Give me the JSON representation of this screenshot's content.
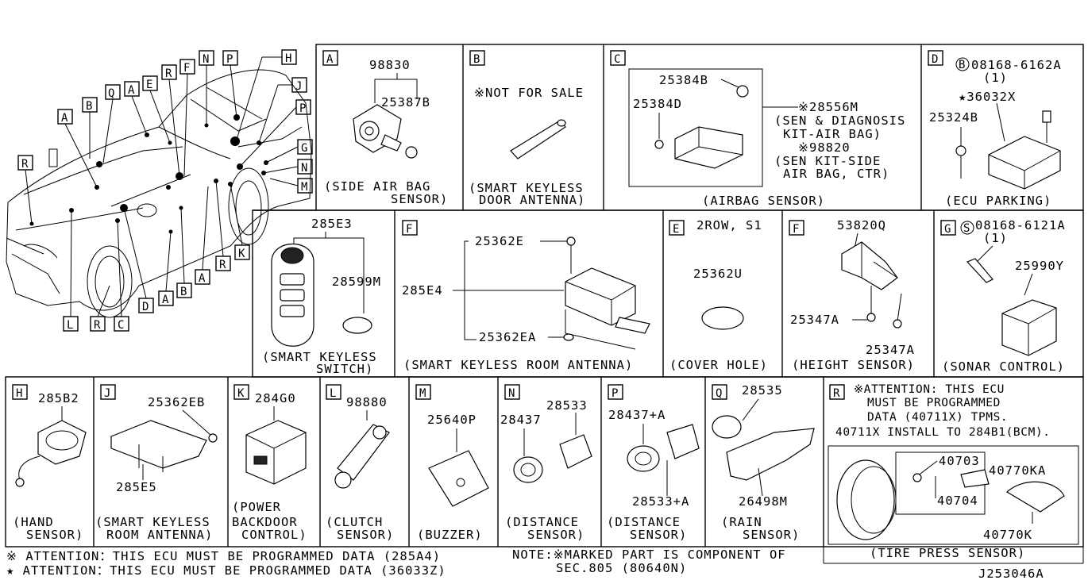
{
  "diagram_id": "J253046A",
  "notes": {
    "attention_star1": "※ ATTENTION：THIS ECU MUST BE PROGRAMMED DATA (285A4)",
    "attention_star2": "★ ATTENTION：THIS ECU MUST BE PROGRAMMED DATA (36033Z)",
    "note_line1": "NOTE:※MARKED PART IS COMPONENT OF",
    "note_line2": "SEC.805 (80640N)"
  },
  "car_callouts": [
    "A",
    "B",
    "Q",
    "A",
    "E",
    "R",
    "F",
    "N",
    "P",
    "H",
    "J",
    "P",
    "G",
    "N",
    "M",
    "R",
    "K",
    "R",
    "A",
    "B",
    "D",
    "A",
    "L",
    "R",
    "C"
  ],
  "panels": {
    "A": {
      "tag": "A",
      "parts": [
        "98830",
        "25387B"
      ],
      "caption": [
        "(SIDE AIR BAG",
        "SENSOR)"
      ]
    },
    "B": {
      "tag": "B",
      "parts": [
        "※NOT FOR SALE"
      ],
      "caption": [
        "(SMART KEYLESS",
        "DOOR ANTENNA)"
      ]
    },
    "C": {
      "tag": "C",
      "parts": [
        "25384B",
        "25384D",
        "※28556M",
        "(SEN & DIAGNOSIS",
        "KIT-AIR BAG)",
        "※98820",
        "(SEN KIT-SIDE",
        "AIR BAG, CTR)"
      ],
      "caption": [
        "(AIRBAG SENSOR)"
      ]
    },
    "D": {
      "tag": "D",
      "parts": [
        "B",
        "08168-6162A",
        "(1)",
        "★36032X",
        "25324B"
      ],
      "caption": [
        "(ECU PARKING)"
      ]
    },
    "SW": {
      "parts": [
        "285E3",
        "28599M"
      ],
      "caption": [
        "(SMART KEYLESS",
        "SWITCH)"
      ]
    },
    "F1": {
      "tag": "F",
      "parts": [
        "25362E",
        "285E4",
        "25362EA"
      ],
      "caption": [
        "(SMART KEYLESS ROOM ANTENNA)"
      ]
    },
    "E": {
      "tag": "E",
      "parts": [
        "2ROW, S1",
        "25362U"
      ],
      "caption": [
        "(COVER HOLE)"
      ]
    },
    "F2": {
      "tag": "F",
      "parts": [
        "53820Q",
        "25347A",
        "25347A"
      ],
      "caption": [
        "(HEIGHT SENSOR)"
      ]
    },
    "G": {
      "tag": "G",
      "parts": [
        "S",
        "08168-6121A",
        "(1)",
        "25990Y"
      ],
      "caption": [
        "(SONAR CONTROL)"
      ]
    },
    "H": {
      "tag": "H",
      "parts": [
        "285B2"
      ],
      "caption": [
        "(HAND",
        "SENSOR)"
      ]
    },
    "J": {
      "tag": "J",
      "parts": [
        "25362EB",
        "285E5"
      ],
      "caption": [
        "(SMART KEYLESS",
        "ROOM ANTENNA)"
      ]
    },
    "K": {
      "tag": "K",
      "parts": [
        "284G0"
      ],
      "caption": [
        "(POWER",
        "BACKDOOR",
        "CONTROL)"
      ]
    },
    "L": {
      "tag": "L",
      "parts": [
        "98880"
      ],
      "caption": [
        "(CLUTCH",
        "SENSOR)"
      ]
    },
    "M": {
      "tag": "M",
      "parts": [
        "25640P"
      ],
      "caption": [
        "(BUZZER)"
      ]
    },
    "N": {
      "tag": "N",
      "parts": [
        "28533",
        "28437"
      ],
      "caption": [
        "(DISTANCE",
        "SENSOR)"
      ]
    },
    "P": {
      "tag": "P",
      "parts": [
        "28437+A",
        "28533+A"
      ],
      "caption": [
        "(DISTANCE",
        "SENSOR)"
      ]
    },
    "Q": {
      "tag": "Q",
      "parts": [
        "28535",
        "26498M"
      ],
      "caption": [
        "(RAIN",
        "SENSOR)"
      ]
    },
    "R": {
      "tag": "R",
      "notice": [
        "※ATTENTION: THIS ECU",
        "MUST BE PROGRAMMED",
        "DATA (40711X) TPMS.",
        "40711X INSTALL TO 284B1(BCM)."
      ],
      "parts": [
        "40703",
        "40770KA",
        "40704",
        "40770K"
      ],
      "caption": [
        "(TIRE PRESS SENSOR)"
      ]
    }
  }
}
